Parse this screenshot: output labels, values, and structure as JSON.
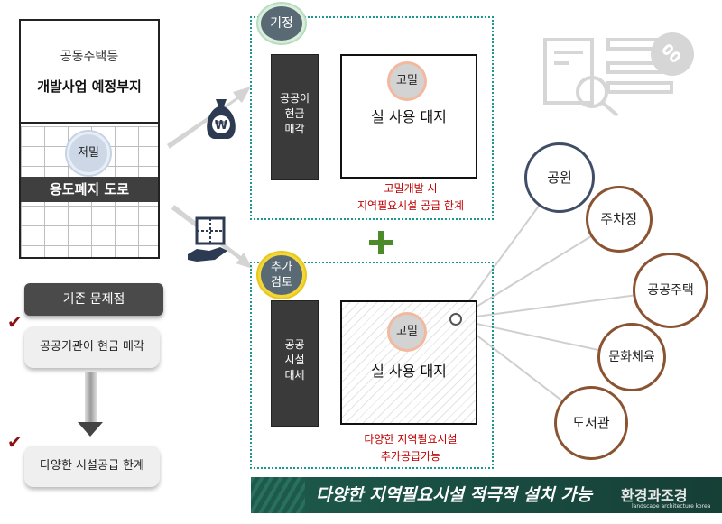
{
  "site": {
    "title_line1": "공동주택등",
    "title_line2": "개발사업 예정부지",
    "low_density": "저밀",
    "road": "용도폐지 도로"
  },
  "problems": {
    "title": "기존 문제점",
    "items": [
      "공공기관이 현금 매각",
      "다양한 시설공급 한계"
    ]
  },
  "existing": {
    "tag": "기정",
    "column_lines": [
      "공공이",
      "현금",
      "매각"
    ],
    "density": "고밀",
    "land": "실 사용 대지",
    "note_lines": [
      "고밀개발 시",
      "지역필요시설 공급 한계"
    ]
  },
  "added": {
    "tag_lines": [
      "추가",
      "검토"
    ],
    "column_lines": [
      "공공",
      "시설",
      "대체"
    ],
    "density": "고밀",
    "land": "실 사용 대지",
    "note_lines": [
      "다양한 지역필요시설",
      "추가공급가능"
    ]
  },
  "facilities": [
    "공원",
    "주차장",
    "공공주택",
    "문화체육",
    "도서관"
  ],
  "banner": "다양한 지역필요시설 적극적 설치 가능",
  "watermark": {
    "main": "환경과조경",
    "sub": "landscape architecture korea"
  },
  "colors": {
    "teal_border": "#1a9a8e",
    "red_note": "#c00000",
    "plus_green": "#4d8a2a",
    "facility_brown": "#8a5331",
    "park_navy": "#3f4d66",
    "banner_green": "#1d5a4c"
  },
  "icons": [
    "money-bag-icon",
    "hand-land-icon",
    "document-search-icon",
    "link-icon",
    "check-icon"
  ]
}
